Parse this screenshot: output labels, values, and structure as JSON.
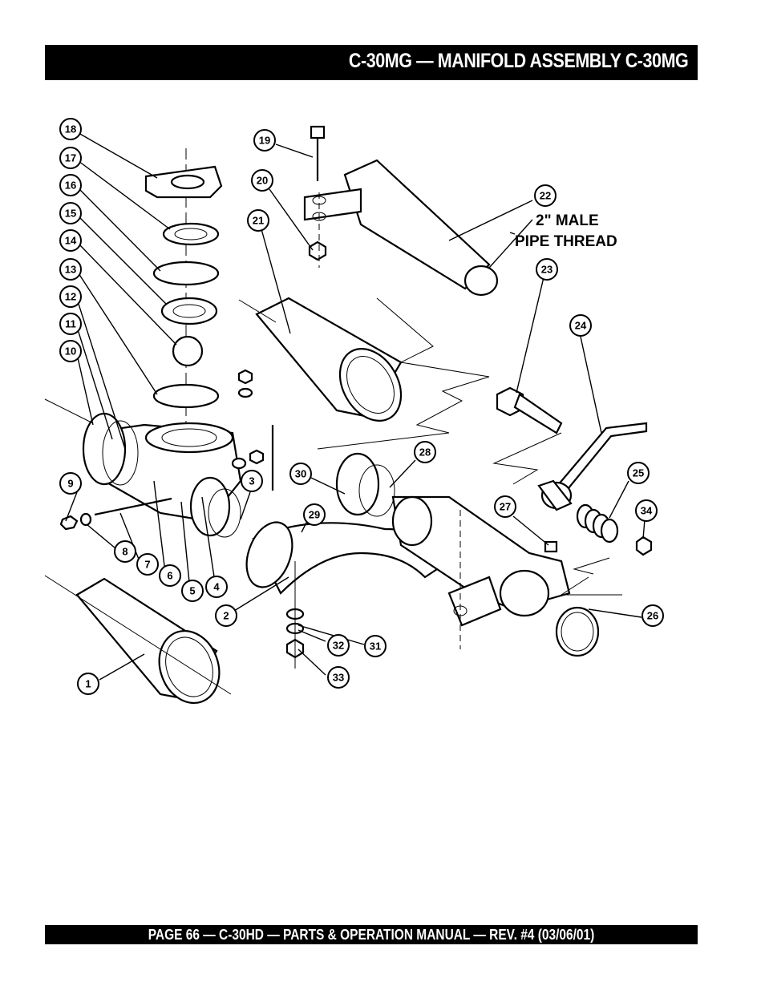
{
  "header": {
    "title": "C-30MG — MANIFOLD ASSEMBLY C-30MG"
  },
  "footer": {
    "text": "PAGE 66 — C-30HD — PARTS & OPERATION MANUAL — REV. #4 (03/06/01)"
  },
  "diagram": {
    "note_line1": "2\" MALE",
    "note_line2": "PIPE THREAD",
    "callouts": [
      "1",
      "2",
      "3",
      "4",
      "5",
      "6",
      "7",
      "8",
      "9",
      "10",
      "11",
      "12",
      "13",
      "14",
      "15",
      "16",
      "17",
      "18",
      "19",
      "20",
      "21",
      "22",
      "23",
      "24",
      "25",
      "26",
      "27",
      "28",
      "29",
      "30",
      "31",
      "32",
      "33",
      "34"
    ]
  }
}
